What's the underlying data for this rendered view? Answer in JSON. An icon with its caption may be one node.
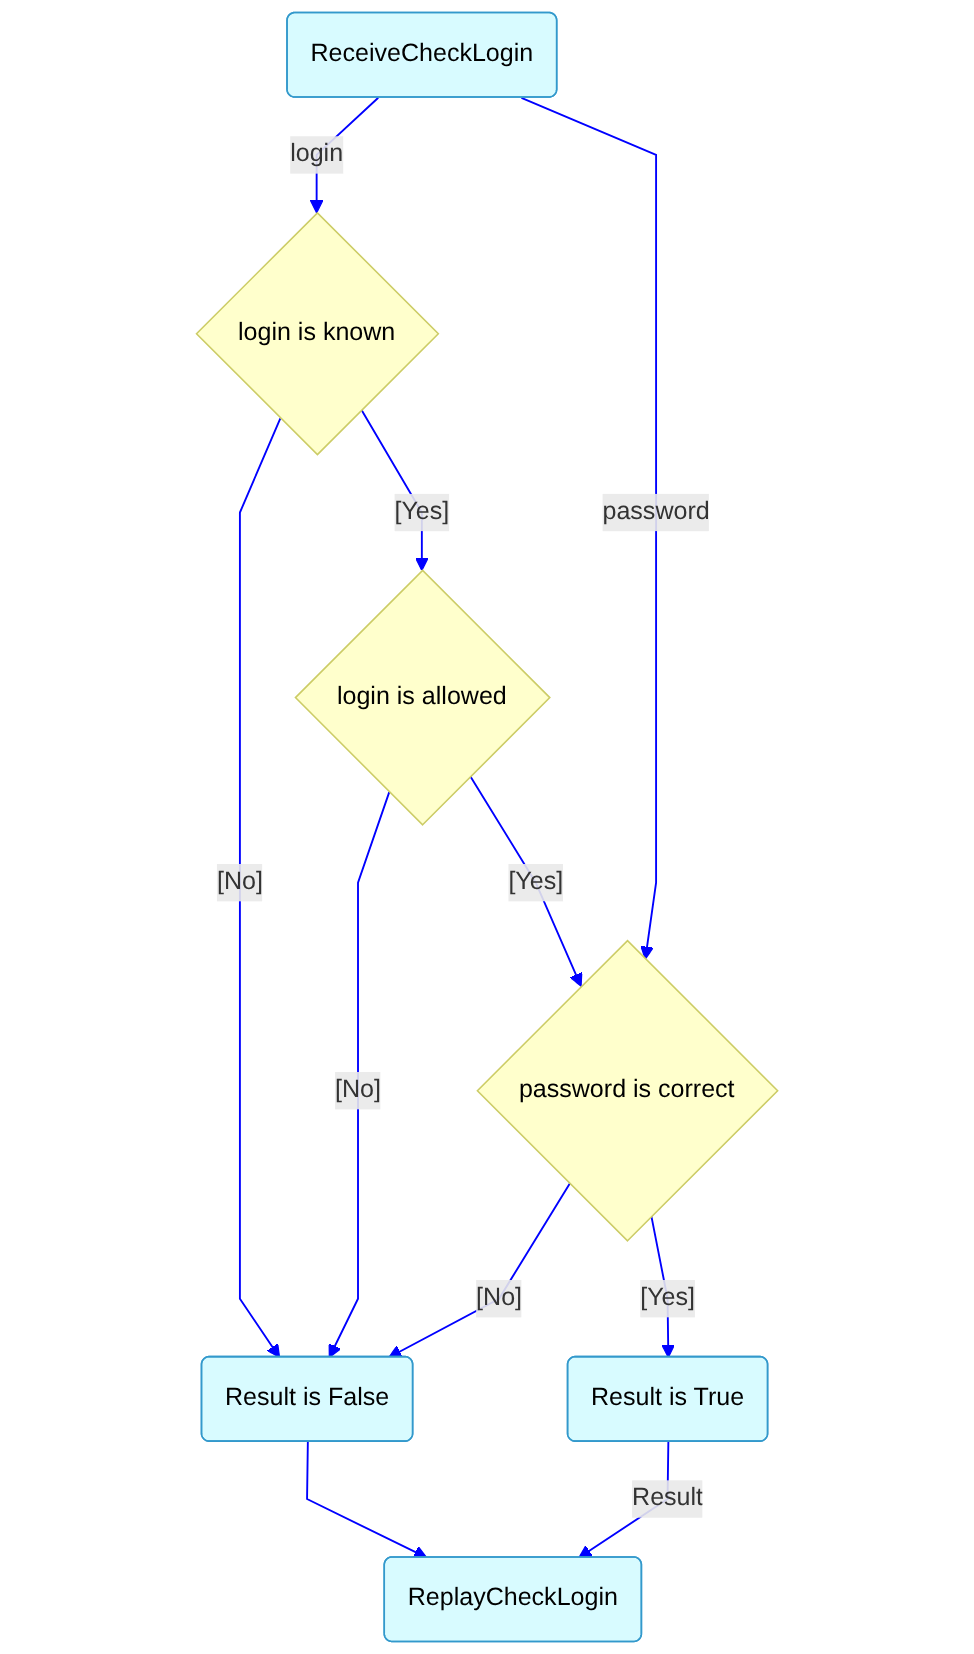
{
  "diagram": {
    "nodes": [
      {
        "text": [
          "ReceiveCheckLogin"
        ]
      },
      {
        "text": [
          "login is known"
        ]
      },
      {
        "text": [
          "login is allowed"
        ]
      },
      {
        "text": [
          "password is correct"
        ]
      },
      {
        "text": [
          "Result is False"
        ]
      },
      {
        "text": [
          "Result is True"
        ]
      },
      {
        "text": [
          "ReplayCheckLogin"
        ]
      }
    ],
    "edges": [
      {
        "from": 0,
        "to": 1,
        "arrow": "to",
        "label": "login"
      },
      {
        "from": 0,
        "to": 3,
        "arrow": "to",
        "label": "password"
      },
      {
        "from": 1,
        "to": 4,
        "arrow": "to",
        "label": "[No]"
      },
      {
        "from": 1,
        "to": 2,
        "arrow": "to",
        "label": "[Yes]"
      },
      {
        "from": 2,
        "to": 4,
        "arrow": "to",
        "label": "[No]"
      },
      {
        "from": 2,
        "to": 3,
        "arrow": "to",
        "label": "[Yes]"
      },
      {
        "from": 3,
        "to": 4,
        "arrow": "to",
        "label": "[No]"
      },
      {
        "from": 3,
        "to": 5,
        "arrow": "to",
        "label": "[Yes]"
      },
      {
        "from": 5,
        "to": 6,
        "arrow": "to",
        "label": "Result"
      },
      {
        "from": 4,
        "to": 6,
        "arrow": "to"
      }
    ]
  }
}
